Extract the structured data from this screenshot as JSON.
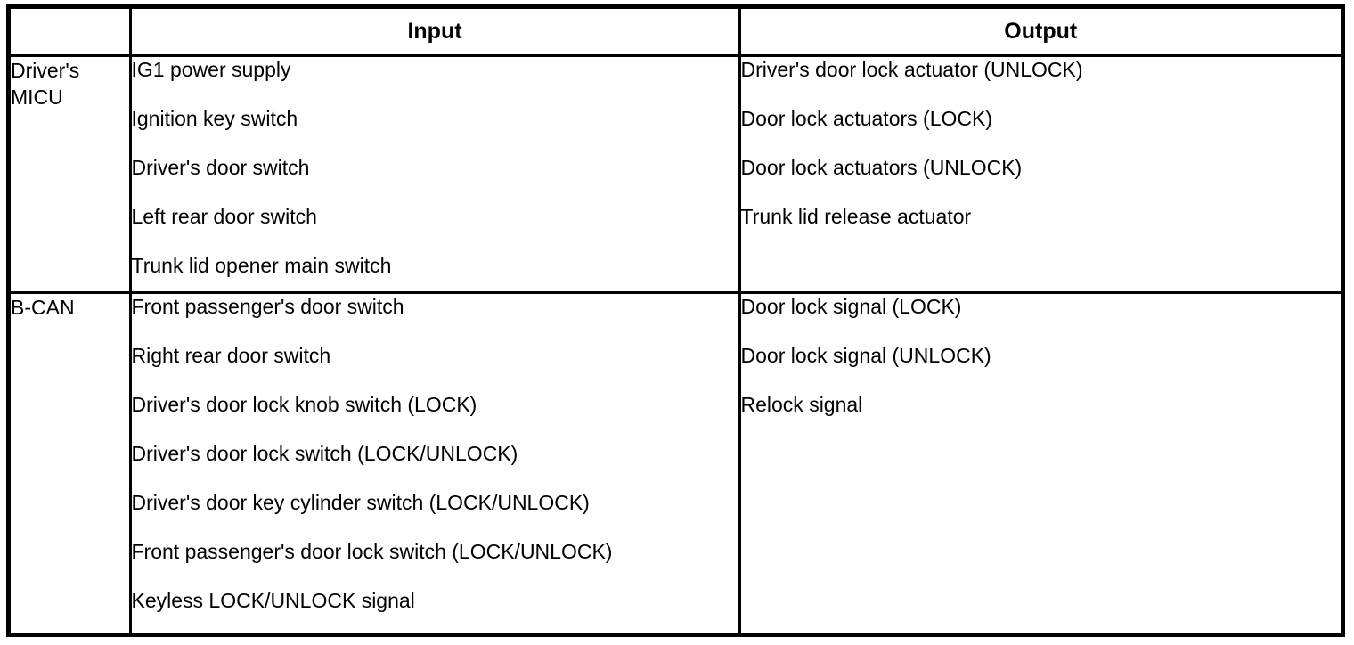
{
  "table": {
    "headers": {
      "system": "",
      "input": "Input",
      "output": "Output"
    },
    "rows": [
      {
        "system": "Driver's\nMICU",
        "inputs": [
          "IG1 power supply",
          "Ignition key switch",
          "Driver's door switch",
          "Left rear door switch",
          "Trunk lid opener main switch"
        ],
        "outputs": [
          "Driver's door lock actuator (UNLOCK)",
          "Door lock actuators (LOCK)",
          "Door lock actuators (UNLOCK)",
          "Trunk lid release actuator"
        ]
      },
      {
        "system": "B-CAN",
        "inputs": [
          "Front passenger's door switch",
          "Right rear door switch",
          "Driver's door lock knob switch (LOCK)",
          "Driver's door lock switch (LOCK/UNLOCK)",
          "Driver's door key cylinder switch (LOCK/UNLOCK)",
          "Front passenger's door lock switch (LOCK/UNLOCK)",
          "Keyless LOCK/UNLOCK signal"
        ],
        "outputs": [
          "Door lock signal (LOCK)",
          "Door lock signal (UNLOCK)",
          "Relock signal"
        ]
      }
    ]
  },
  "colors": {
    "border": "#000000",
    "text": "#000000",
    "background": "#ffffff"
  }
}
